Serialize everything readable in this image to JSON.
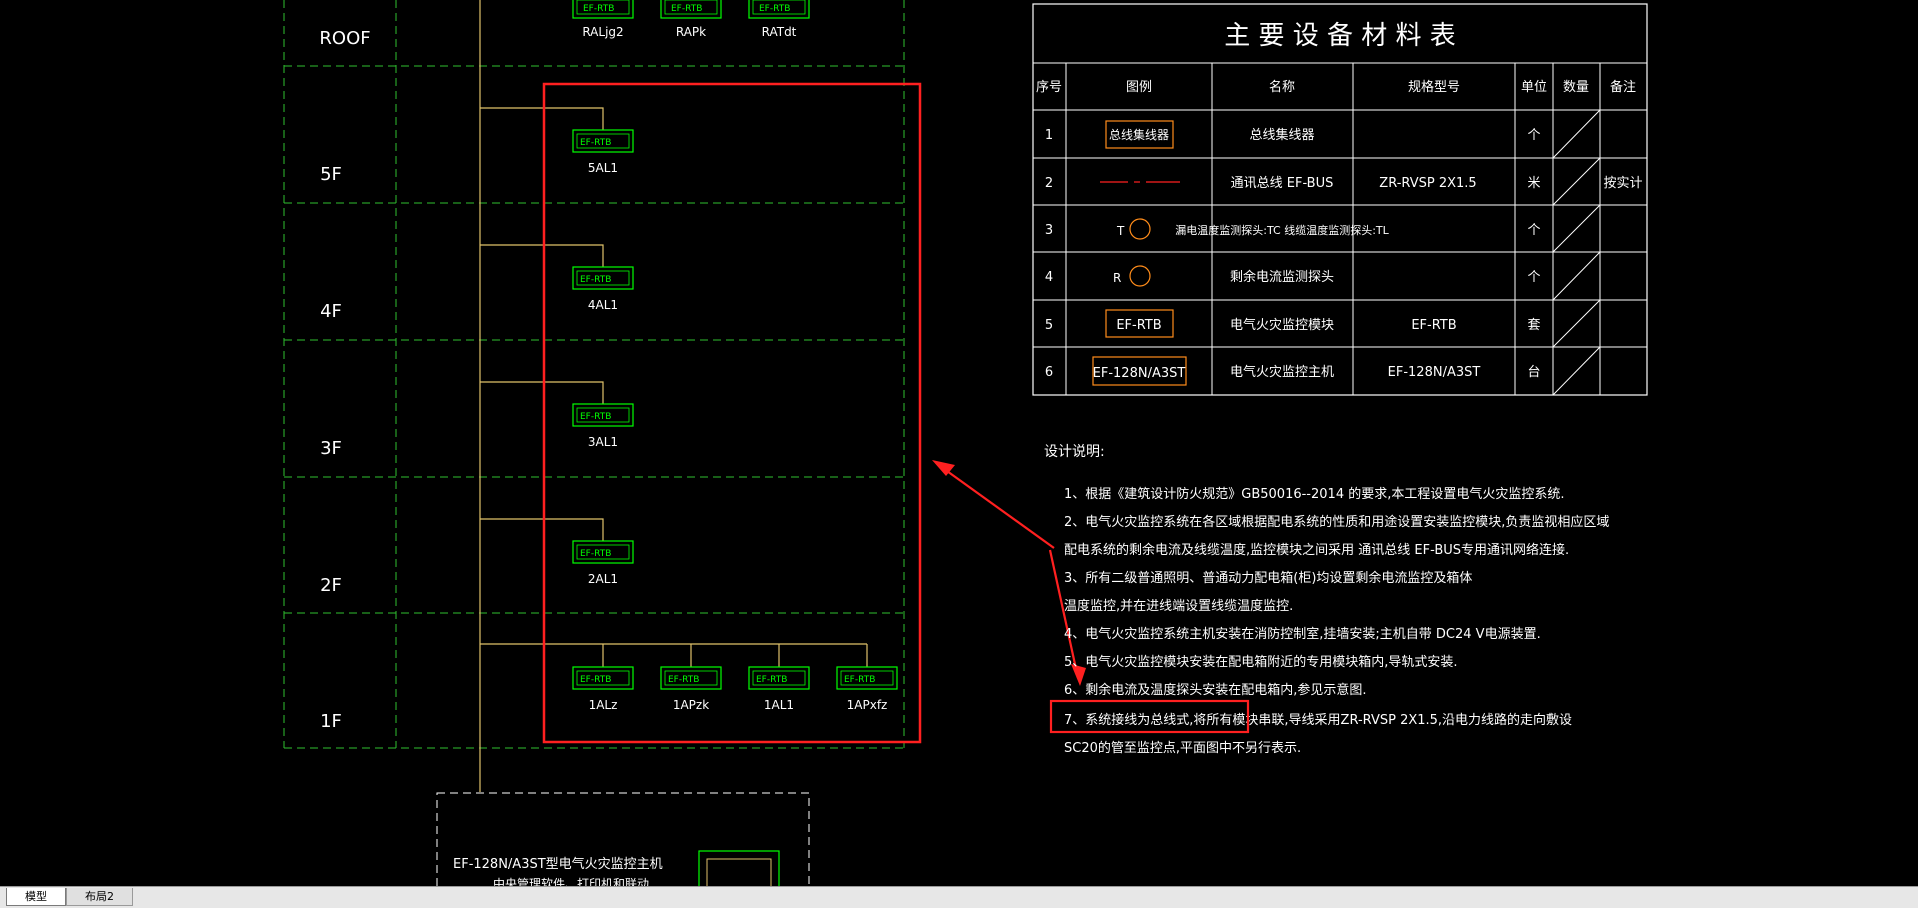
{
  "colors": {
    "background": "#000000",
    "grid": "#2fbf2f",
    "bus": "#e0c26a",
    "module": "#00ff00",
    "text": "#ffffff",
    "highlight": "#ff2020"
  },
  "floors": [
    "ROOF",
    "5F",
    "4F",
    "3F",
    "2F",
    "1F"
  ],
  "roof_modules": [
    "RALjg2",
    "RAPk",
    "RATdt"
  ],
  "floor_modules": [
    {
      "floor": "5F",
      "labels": [
        "5AL1"
      ]
    },
    {
      "floor": "4F",
      "labels": [
        "4AL1"
      ]
    },
    {
      "floor": "3F",
      "labels": [
        "3AL1"
      ]
    },
    {
      "floor": "2F",
      "labels": [
        "2AL1"
      ]
    },
    {
      "floor": "1F",
      "labels": [
        "1ALz",
        "1APzk",
        "1AL1",
        "1APxfz"
      ]
    }
  ],
  "module_tag": "EF-RTB",
  "host_box": {
    "line1": "EF-128N/A3ST型电气火灾监控主机",
    "line2": "中央管理软件、打印机和联动"
  },
  "table": {
    "title": "主 要 设 备 材 料 表",
    "headers": [
      "序号",
      "图例",
      "名称",
      "规格型号",
      "单位",
      "数量",
      "备注"
    ],
    "rows": [
      {
        "no": "1",
        "legend": "总线集线器",
        "name": "总线集线器",
        "spec": "",
        "unit": "个",
        "qty": "",
        "note": ""
      },
      {
        "no": "2",
        "legend": "",
        "name": "通讯总线 EF-BUS",
        "spec": "ZR-RVSP 2X1.5",
        "unit": "米",
        "qty": "",
        "note": "按实计"
      },
      {
        "no": "3",
        "legend": "T",
        "name": "漏电温度监测探头:TC 线缆温度监测探头:TL",
        "spec": "",
        "unit": "个",
        "qty": "",
        "note": ""
      },
      {
        "no": "4",
        "legend": "R",
        "name": "剩余电流监测探头",
        "spec": "",
        "unit": "个",
        "qty": "",
        "note": ""
      },
      {
        "no": "5",
        "legend": "EF-RTB",
        "name": "电气火灾监控模块",
        "spec": "EF-RTB",
        "unit": "套",
        "qty": "",
        "note": ""
      },
      {
        "no": "6",
        "legend": "EF-128N/A3ST",
        "name": "电气火灾监控主机",
        "spec": "EF-128N/A3ST",
        "unit": "台",
        "qty": "",
        "note": ""
      }
    ]
  },
  "notes": {
    "title": "设计说明:",
    "lines": [
      "1、根据《建筑设计防火规范》GB50016--2014 的要求,本工程设置电气火灾监控系统.",
      "2、电气火灾监控系统在各区域根据配电系统的性质和用途设置安装监控模块,负责监视相应区域",
      "配电系统的剩余电流及线缆温度,监控模块之间采用 通讯总线 EF-BUS专用通讯网络连接.",
      "3、所有二级普通照明、普通动力配电箱(柜)均设置剩余电流监控及箱体",
      "温度监控,并在进线端设置线缆温度监控.",
      "4、电气火灾监控系统主机安装在消防控制室,挂墙安装;主机自带 DC24 V电源装置.",
      "5、电气火灾监控模块安装在配电箱附近的专用模块箱内,导轨式安装.",
      "6、剩余电流及温度探头安装在配电箱内,参见示意图.",
      "7、系统接线为总线式,将所有模块串联,导线采用ZR-RVSP 2X1.5,沿电力线路的走向敷设",
      "SC20的管至监控点,平面图中不另行表示."
    ]
  },
  "tabs": [
    "模型",
    "布局2"
  ]
}
